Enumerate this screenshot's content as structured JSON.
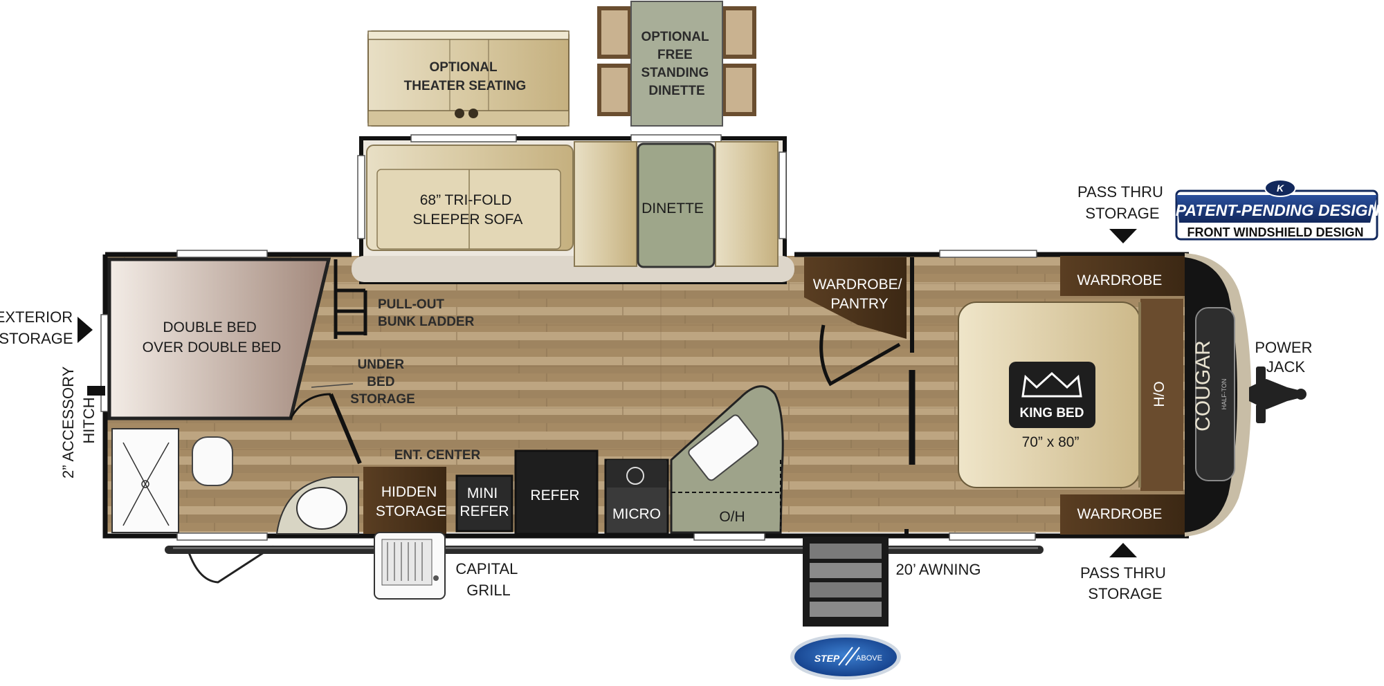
{
  "labels": {
    "theater_seating": [
      "OPTIONAL",
      "THEATER SEATING"
    ],
    "free_dinette": [
      "OPTIONAL",
      "FREE",
      "STANDING",
      "DINETTE"
    ],
    "sofa": [
      "68” TRI-FOLD",
      "SLEEPER SOFA"
    ],
    "dinette": "DINETTE",
    "double_bed": [
      "DOUBLE BED",
      "OVER DOUBLE BED"
    ],
    "bunk_ladder": [
      "PULL-OUT",
      "BUNK LADDER"
    ],
    "under_bed": [
      "UNDER",
      "BED",
      "STORAGE"
    ],
    "exterior_storage": [
      "EXTERIOR",
      "STORAGE"
    ],
    "accessory_hitch": [
      "2” ACCESSORY",
      "HITCH"
    ],
    "ent_center": "ENT. CENTER",
    "hidden_storage": [
      "HIDDEN",
      "STORAGE"
    ],
    "mini_refer": [
      "MINI",
      "REFER"
    ],
    "refer": "REFER",
    "micro": "MICRO",
    "oh": "O/H",
    "wardrobe_pantry": [
      "WARDROBE/",
      "PANTRY"
    ],
    "wardrobe_top": "WARDROBE",
    "wardrobe_bottom": "WARDROBE",
    "king_bed": "KING BED",
    "king_bed_size": "70” x 80”",
    "ho": "H/O",
    "pass_thru_top": [
      "PASS THRU",
      "STORAGE"
    ],
    "pass_thru_bottom": [
      "PASS THRU",
      "STORAGE"
    ],
    "power_jack": [
      "POWER",
      "JACK"
    ],
    "capital_grill": [
      "CAPITAL",
      "GRILL"
    ],
    "awning": "20’ AWNING",
    "brand": "COUGAR",
    "brand_sub": "HALF-TON"
  },
  "badge": {
    "line1": "PATENT-PENDING DESIGN",
    "line2": "FRONT WINDSHIELD DESIGN"
  },
  "step": {
    "text_a": "STEP",
    "text_b": "ABOVE"
  }
}
